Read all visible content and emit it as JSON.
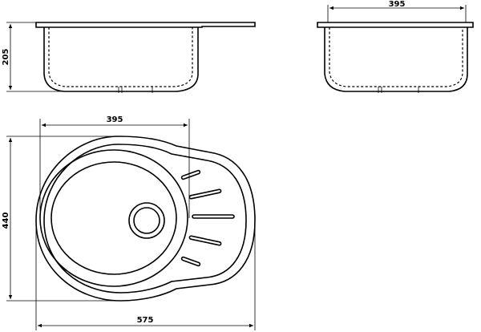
{
  "dimensions": {
    "side_height": "205",
    "front_width": "395",
    "top_bowl_width": "395",
    "top_height": "440",
    "top_overall_width": "575"
  }
}
